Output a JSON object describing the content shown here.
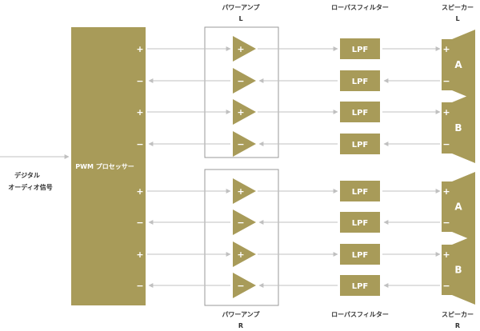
{
  "labels": {
    "amp_top": "パワーアンプ",
    "amp_top_ch": "L",
    "lpf_top": "ローパスフィルター",
    "speaker_top": "スピーカー",
    "speaker_top_ch": "L",
    "amp_bottom": "パワーアンプ",
    "amp_bottom_ch": "R",
    "lpf_bottom": "ローパスフィルター",
    "speaker_bottom": "スピーカー",
    "speaker_bottom_ch": "R",
    "input_line1": "デジタル",
    "input_line2": "オーディオ信号",
    "processor": "PWM プロセッサー"
  },
  "signs": [
    "+",
    "−",
    "+",
    "−",
    "+",
    "−",
    "+",
    "−"
  ],
  "lpf_label": "LPF",
  "speakers": [
    "A",
    "B",
    "A",
    "B"
  ],
  "colors": {
    "gold": "#a89b59",
    "arrow": "#c8c8c8",
    "box_border": "#999999",
    "text": "#333333"
  }
}
